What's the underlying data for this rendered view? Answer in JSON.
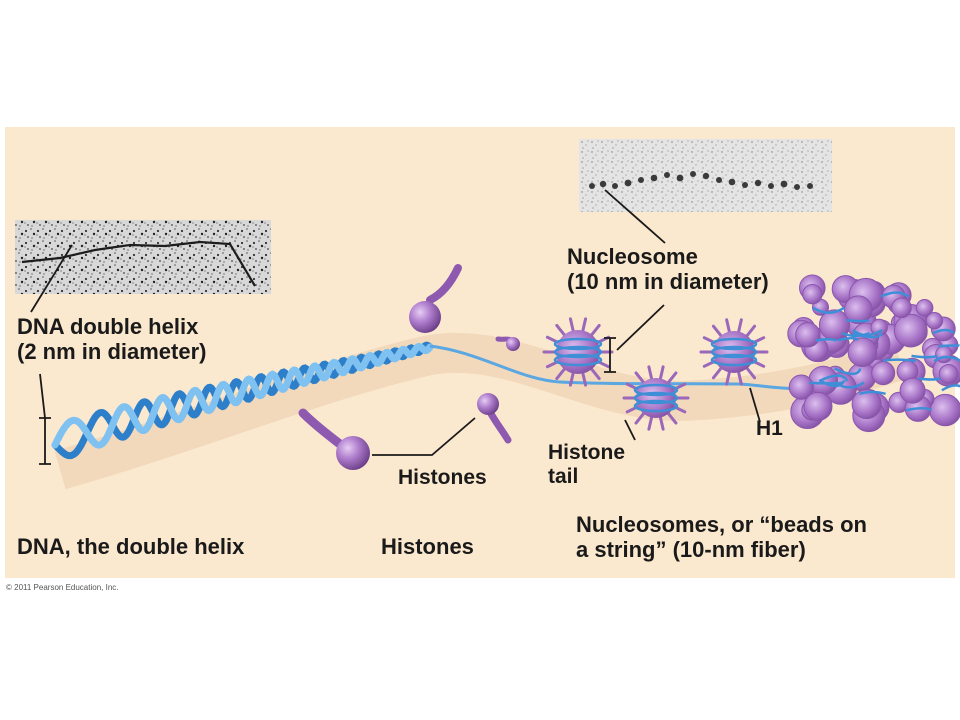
{
  "labels": {
    "dna_helix_line1": "DNA double helix",
    "dna_helix_line2": "(2 nm in diameter)",
    "nucleosome_line1": "Nucleosome",
    "nucleosome_line2": "(10 nm in diameter)",
    "histones_callout": "Histones",
    "histone_tail_line1": "Histone",
    "histone_tail_line2": "tail",
    "h1": "H1"
  },
  "captions": {
    "dna": "DNA, the double helix",
    "histones": "Histones",
    "nucleosomes_line1": "Nucleosomes, or “beads on",
    "nucleosomes_line2": "a string” (10-nm fiber)"
  },
  "copyright": "© 2011 Pearson Education, Inc.",
  "colors": {
    "panel_background": "#fbe9cf",
    "dna_strand": "#4a9fde",
    "histone": "#a26fc0",
    "histone_dark": "#6e3f8c"
  }
}
